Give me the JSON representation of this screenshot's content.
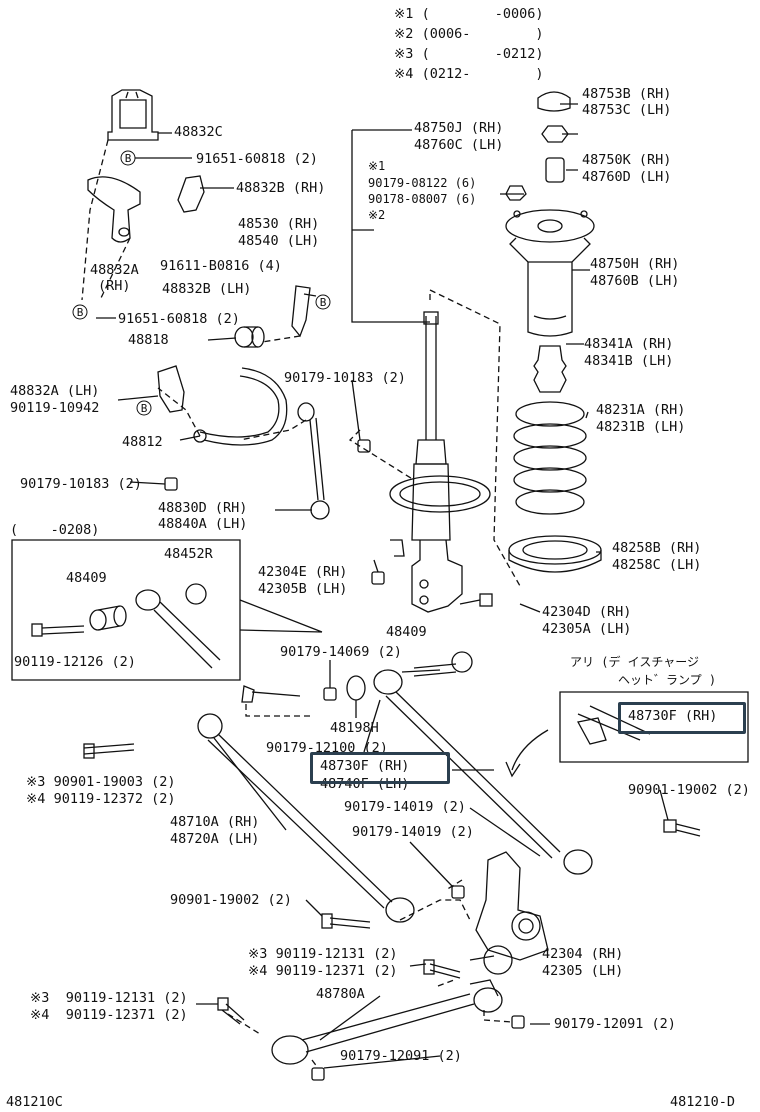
{
  "footer": {
    "left_code": "481210C",
    "right_code": "481210-D"
  },
  "legend": [
    {
      "mark": "※1",
      "range": "(        -0006)"
    },
    {
      "mark": "※2",
      "range": "(0006-        )"
    },
    {
      "mark": "※3",
      "range": "(        -0212)"
    },
    {
      "mark": "※4",
      "range": "(0212-        )"
    }
  ],
  "inset": {
    "date_range": "(    -0208)",
    "labels": [
      "48452R",
      "48409",
      "90119-12126 (2)"
    ]
  },
  "option_box": {
    "note_line1": "アリ (デ イスチャージ",
    "note_line2": "ヘット゛ランプ )",
    "part": "48730F (RH)"
  },
  "highlight_label": "48730F (RH)",
  "labels": [
    "48832C",
    "91651-60818 (2)",
    "48832B (RH)",
    "48832A",
    "(RH)",
    "91611-B0816 (4)",
    "48832B (LH)",
    "91651-60818 (2)",
    "48818",
    "48832A (LH)",
    "90119-10942",
    "90179-10183 (2)",
    "48812",
    "90179-10183 (2)",
    "48830D (RH)",
    "48840A (LH)",
    "48750J (RH)",
    "48760C (LH)",
    "※1",
    "90179-08122 (6)",
    "90178-08007 (6)",
    "※2",
    "48530 (RH)",
    "48540 (LH)",
    "48753B (RH)",
    "48753C (LH)",
    "48750K (RH)",
    "48760D (LH)",
    "48750H (RH)",
    "48760B (LH)",
    "48341A (RH)",
    "48341B (LH)",
    "48231A (RH)",
    "48231B (LH)",
    "48258B (RH)",
    "48258C (LH)",
    "42304E (RH)",
    "42305B (LH)",
    "42304D (RH)",
    "42305A (LH)",
    "48409",
    "90179-14069 (2)",
    "48198H",
    "90179-12100 (2)",
    "48740F (LH)",
    "90179-14019 (2)",
    "90179-14019 (2)",
    "※3 90901-19003 (2)",
    "※4 90119-12372 (2)",
    "48710A (RH)",
    "48720A (LH)",
    "90901-19002 (2)",
    "90901-19002 (2)",
    "※3 90119-12131 (2)",
    "※4 90119-12371 (2)",
    "42304 (RH)",
    "42305 (LH)",
    "48780A",
    "※3  90119-12131 (2)",
    "※4  90119-12371 (2)",
    "90179-12091 (2)",
    "90179-12091 (2)"
  ],
  "bolt_marker": "B",
  "colors": {
    "line": "#111111",
    "highlight_border": "#2b3f4f",
    "background": "#ffffff"
  }
}
